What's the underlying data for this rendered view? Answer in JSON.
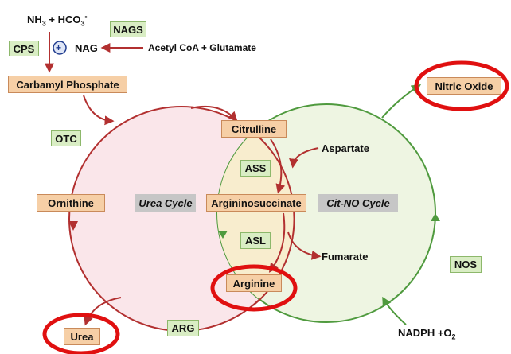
{
  "reactants": {
    "ammonia": "NH",
    "ammonia_sub": "3",
    "plus": " + HCO",
    "bicarb_sub": "3",
    "bicarb_sup": "-"
  },
  "plus_symbol": "+",
  "nag": "NAG",
  "acetyl": "Acetyl CoA + Glutamate",
  "aspartate": "Aspartate",
  "fumarate": "Fumarate",
  "nadph": {
    "text": "NADPH +O",
    "sub": "2"
  },
  "metabolites": {
    "carbamyl": "Carbamyl  Phosphate",
    "citrulline": "Citrulline",
    "ornithine": "Ornithine",
    "argininosuccinate": "Argininosuccinate",
    "arginine": "Arginine",
    "urea": "Urea",
    "nitric_oxide": "Nitric Oxide"
  },
  "enzymes": {
    "nags": "NAGS",
    "cps": "CPS",
    "otc": "OTC",
    "ass": "ASS",
    "asl": "ASL",
    "nos": "NOS",
    "arg": "ARG"
  },
  "cycles": {
    "urea": "Urea Cycle",
    "citno": "Cit-NO Cycle"
  },
  "colors": {
    "urea_arrow": "#b23030",
    "citno_arrow": "#4f9a3e",
    "highlight_ring": "#e01010",
    "urea_fill": "#fae6ea",
    "citno_fill": "#eef5e2",
    "overlap_fill": "#f8edce"
  }
}
